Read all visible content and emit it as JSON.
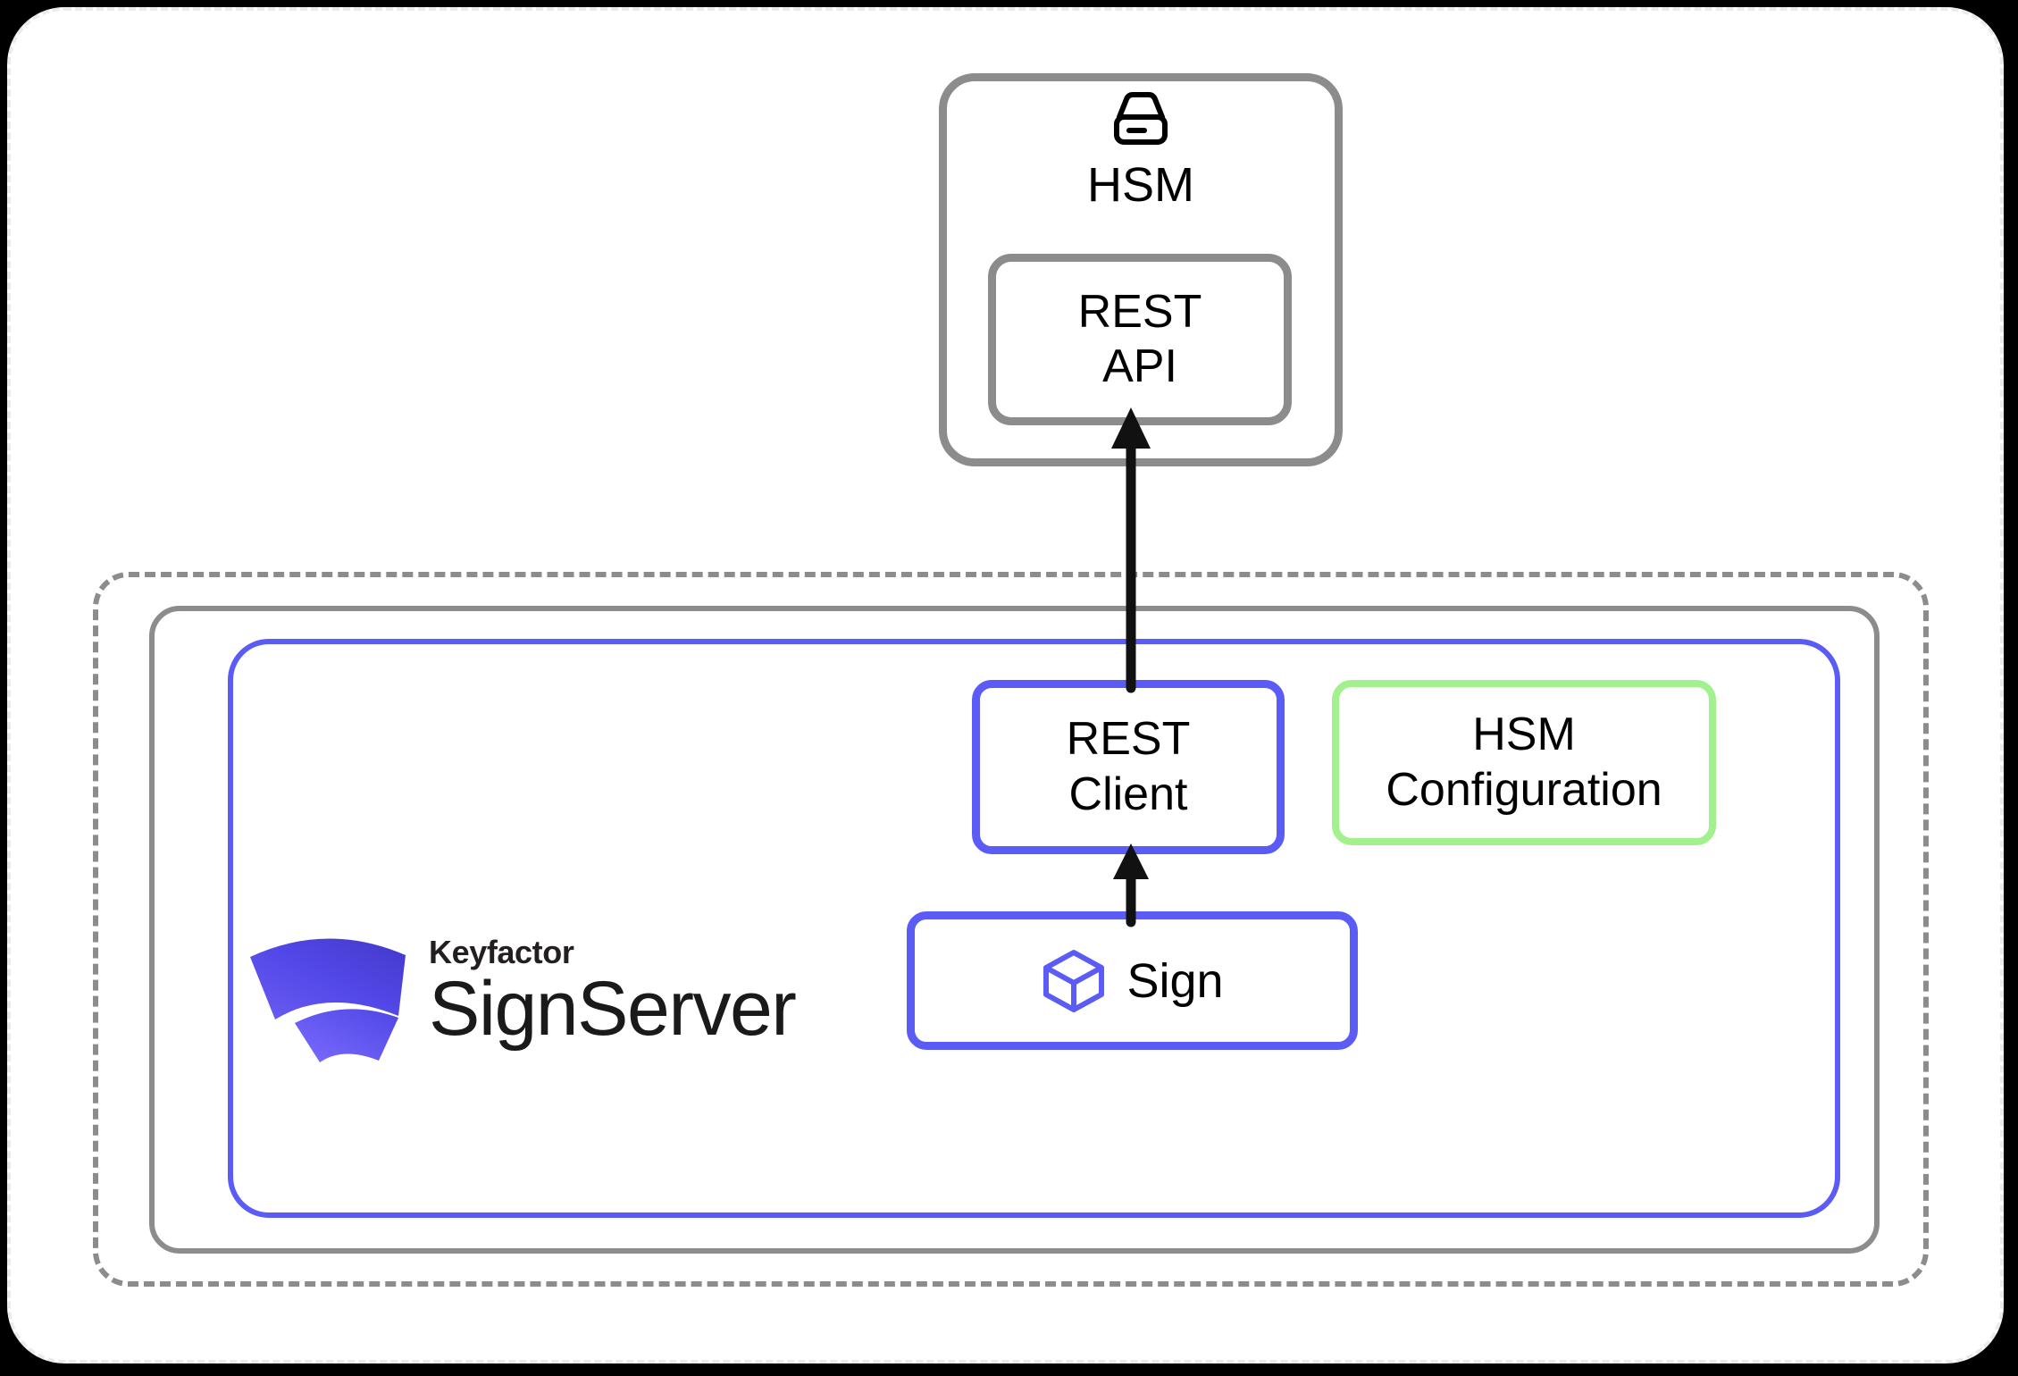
{
  "colors": {
    "gray_stroke": "#8c8c8c",
    "blue_accent": "#5b5bf5",
    "green_accent": "#a3f18e",
    "page_border": "#ebebeb",
    "text": "#000000",
    "background": "#000000"
  },
  "hsm": {
    "icon_name": "hsm-server-icon",
    "label": "HSM",
    "rest_api": {
      "line1": "REST",
      "line2": "API"
    }
  },
  "deployment": {
    "signserver": {
      "logo": {
        "mark_name": "keyfactor-logo-mark",
        "brand": "Keyfactor",
        "product": "SignServer"
      },
      "rest_client": {
        "line1": "REST",
        "line2": "Client"
      },
      "hsm_configuration": {
        "line1": "HSM",
        "line2": "Configuration"
      },
      "sign_worker": {
        "icon_name": "cube-icon",
        "label": "Sign"
      }
    }
  },
  "arrows": [
    {
      "name": "sign-to-rest-client",
      "from": "Sign",
      "to": "REST Client",
      "direction": "up"
    },
    {
      "name": "rest-client-to-rest-api",
      "from": "REST Client",
      "to": "REST API",
      "direction": "up"
    }
  ]
}
